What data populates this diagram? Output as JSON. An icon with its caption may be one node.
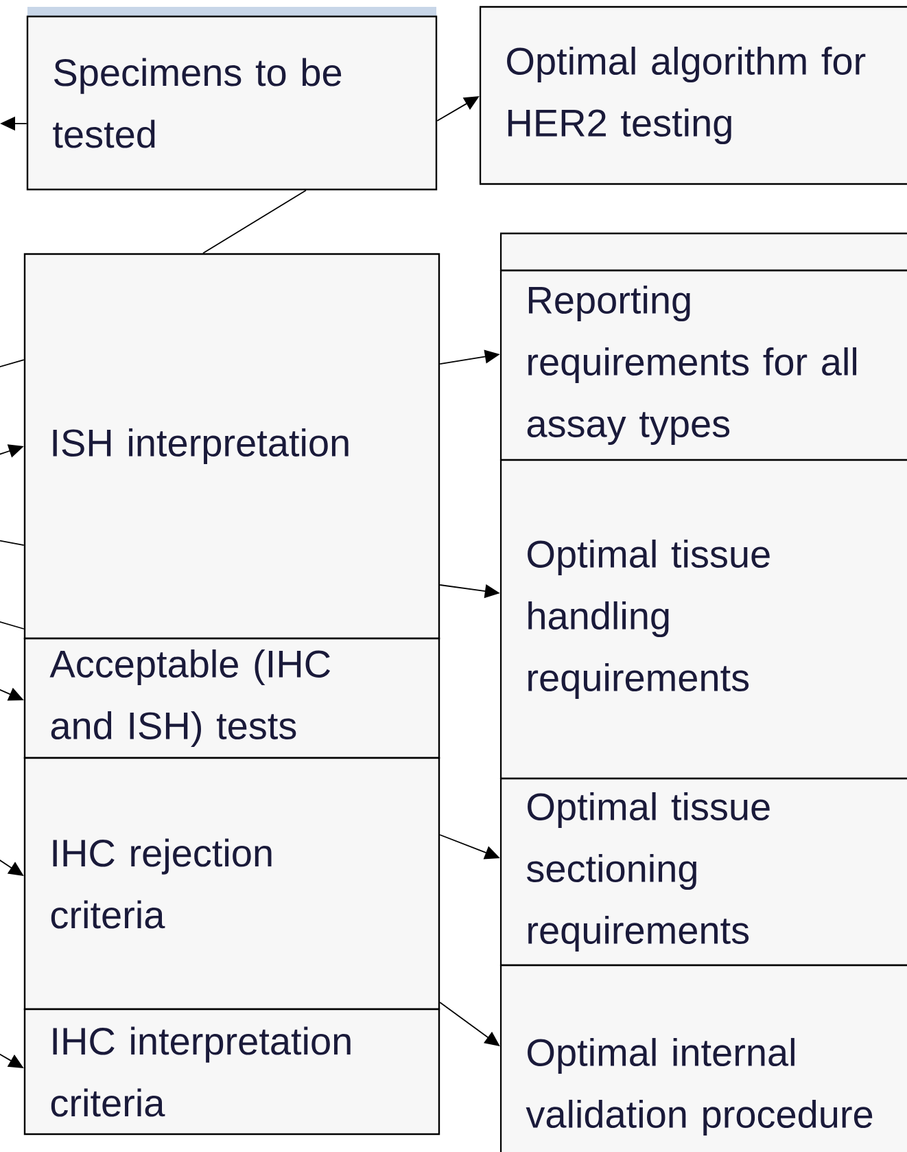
{
  "diagram": {
    "nodes": [
      {
        "text": [
          "Specimens to be tested"
        ]
      },
      {
        "text": [
          "Optimal algorithm for HER2 testing"
        ]
      },
      {
        "text": [
          "ISH interpretation"
        ]
      },
      {
        "text": [
          "Acceptable (IHC and ISH) tests"
        ]
      },
      {
        "text": [
          "IHC rejection criteria"
        ]
      },
      {
        "text": [
          "IHC interpretation criteria"
        ]
      },
      {
        "text": [
          "Reporting requirements for all assay types"
        ]
      },
      {
        "text": [
          "Optimal tissue handling requirements"
        ]
      },
      {
        "text": [
          "Optimal tissue sectioning requirements"
        ]
      },
      {
        "text": [
          "Optimal internal validation procedure"
        ]
      }
    ],
    "edges": [
      {
        "from": 0,
        "to": 1,
        "arrow": "to"
      },
      {
        "from": 0,
        "to": 2,
        "arrow": "none"
      },
      {
        "from": 0,
        "to": null,
        "arrow": "to"
      },
      {
        "from": 2,
        "to": 6,
        "arrow": "to"
      },
      {
        "from": 2,
        "to": 7,
        "arrow": "to"
      },
      {
        "from": 4,
        "to": 8,
        "arrow": "to"
      },
      {
        "from": 4,
        "to": 9,
        "arrow": "to"
      },
      {
        "from": 2,
        "to": null,
        "arrow": "none"
      },
      {
        "from": null,
        "to": 2,
        "arrow": "to"
      },
      {
        "from": 2,
        "to": null,
        "arrow": "none"
      },
      {
        "from": 2,
        "to": null,
        "arrow": "none"
      },
      {
        "from": null,
        "to": 3,
        "arrow": "to"
      },
      {
        "from": null,
        "to": 4,
        "arrow": "to"
      },
      {
        "from": null,
        "to": 5,
        "arrow": "to"
      }
    ]
  }
}
